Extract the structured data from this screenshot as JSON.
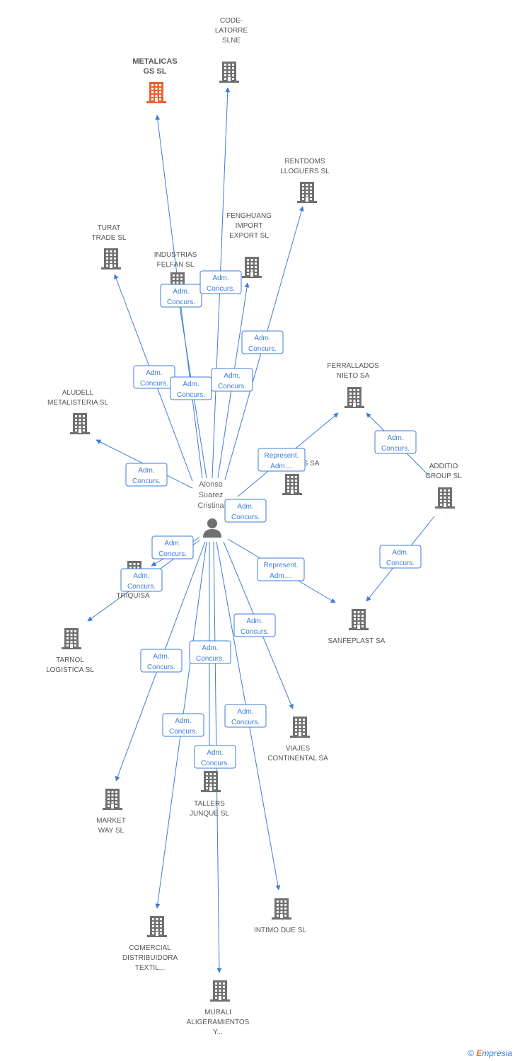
{
  "colors": {
    "edge": "#3b7dd8",
    "building": "#707070",
    "building_highlight": "#f06030",
    "person": "#707070"
  },
  "person": {
    "name_lines": [
      "Alonso",
      "Suarez",
      "Cristina"
    ],
    "icon": "person-icon"
  },
  "companies": [
    {
      "id": "metalicas",
      "lines": [
        "METALICAS",
        "GS SL"
      ],
      "highlight": true,
      "icon": "building-icon"
    },
    {
      "id": "code-latorre",
      "lines": [
        "CODE-",
        "LATORRE",
        "SLNE"
      ],
      "icon": "building-icon"
    },
    {
      "id": "rentdoms",
      "lines": [
        "RENTDOMS",
        "LLOGUERS SL"
      ],
      "icon": "building-icon"
    },
    {
      "id": "turat",
      "lines": [
        "TURAT",
        "TRADE SL"
      ],
      "icon": "building-icon"
    },
    {
      "id": "industrias-felfan",
      "lines": [
        "INDUSTRIAS",
        "FELFAN SL"
      ],
      "icon": "building-icon"
    },
    {
      "id": "fenghuang",
      "lines": [
        "FENGHUANG",
        "IMPORT",
        "EXPORT SL"
      ],
      "icon": "building-icon"
    },
    {
      "id": "ferrallados",
      "lines": [
        "FERRALLADOS",
        "NIETO SA"
      ],
      "icon": "building-icon"
    },
    {
      "id": "aludell",
      "lines": [
        "ALUDELL",
        "METALISTERIA SL"
      ],
      "icon": "building-icon"
    },
    {
      "id": "hidden-sa",
      "lines": [
        "S SA"
      ],
      "icon": "building-icon"
    },
    {
      "id": "additio",
      "lines": [
        "ADDITIO",
        "GROUP SL"
      ],
      "icon": "building-icon"
    },
    {
      "id": "triquisa",
      "lines": [
        "TRIQUISA"
      ],
      "icon": "building-icon"
    },
    {
      "id": "tarnol",
      "lines": [
        "TARNOL",
        "LOGISTICA SL"
      ],
      "icon": "building-icon"
    },
    {
      "id": "sanfeplast",
      "lines": [
        "SANFEPLAST SA"
      ],
      "icon": "building-icon"
    },
    {
      "id": "viajes",
      "lines": [
        "VIAJES",
        "CONTINENTAL SA"
      ],
      "icon": "building-icon"
    },
    {
      "id": "market-way",
      "lines": [
        "MARKET",
        "WAY SL"
      ],
      "icon": "building-icon"
    },
    {
      "id": "talleres",
      "lines": [
        "TALLERS",
        "JUNQUE SL"
      ],
      "icon": "building-icon"
    },
    {
      "id": "intimo",
      "lines": [
        "INTIMO DUE SL"
      ],
      "icon": "building-icon"
    },
    {
      "id": "comercial",
      "lines": [
        "COMERCIAL",
        "DISTRIBUIDORA",
        "TEXTIL..."
      ],
      "icon": "building-icon"
    },
    {
      "id": "murali",
      "lines": [
        "MURALI",
        "ALIGERAMIENTOS",
        "Y..."
      ],
      "icon": "building-icon"
    }
  ],
  "edges": [
    {
      "target": "metalicas",
      "label": [
        "Adm.",
        "Concurs."
      ]
    },
    {
      "target": "code-latorre",
      "label": [
        "Adm.",
        "Concurs."
      ]
    },
    {
      "target": "rentdoms",
      "label": [
        "Adm.",
        "Concurs."
      ]
    },
    {
      "target": "turat",
      "label": [
        "Adm.",
        "Concurs."
      ]
    },
    {
      "target": "industrias-felfan",
      "label": [
        "Adm.",
        "Concurs."
      ]
    },
    {
      "target": "fenghuang",
      "label": [
        "Adm.",
        "Concurs."
      ]
    },
    {
      "target": "ferrallados",
      "label": [
        "Represent.",
        "Adm...."
      ]
    },
    {
      "target": "aludell",
      "label": [
        "Adm.",
        "Concurs."
      ]
    },
    {
      "target": "hidden-sa",
      "label": [
        "Adm.",
        "Concurs."
      ]
    },
    {
      "target": "triquisa",
      "label": [
        "Adm.",
        "Concurs."
      ]
    },
    {
      "target": "tarnol",
      "label": [
        "Adm.",
        "Concurs."
      ]
    },
    {
      "target": "sanfeplast",
      "label": [
        "Represent.",
        "Adm...."
      ]
    },
    {
      "target": "viajes",
      "label": [
        "Adm.",
        "Concurs."
      ]
    },
    {
      "target": "market-way",
      "label": [
        "Adm.",
        "Concurs."
      ]
    },
    {
      "target": "talleres",
      "label": [
        "Adm.",
        "Concurs."
      ]
    },
    {
      "target": "intimo",
      "label": [
        "Adm.",
        "Concurs."
      ]
    },
    {
      "target": "comercial",
      "label": [
        "Adm.",
        "Concurs."
      ]
    },
    {
      "target": "murali",
      "label": [
        "Adm.",
        "Concurs."
      ]
    },
    {
      "source": "additio",
      "target": "ferrallados",
      "label": [
        "Adm.",
        "Concurs."
      ]
    },
    {
      "source": "additio",
      "target": "sanfeplast",
      "label": [
        "Adm.",
        "Concurs."
      ]
    }
  ],
  "footer": {
    "copyright": "©",
    "brand_initial": "E",
    "brand_rest": "mpresia"
  }
}
